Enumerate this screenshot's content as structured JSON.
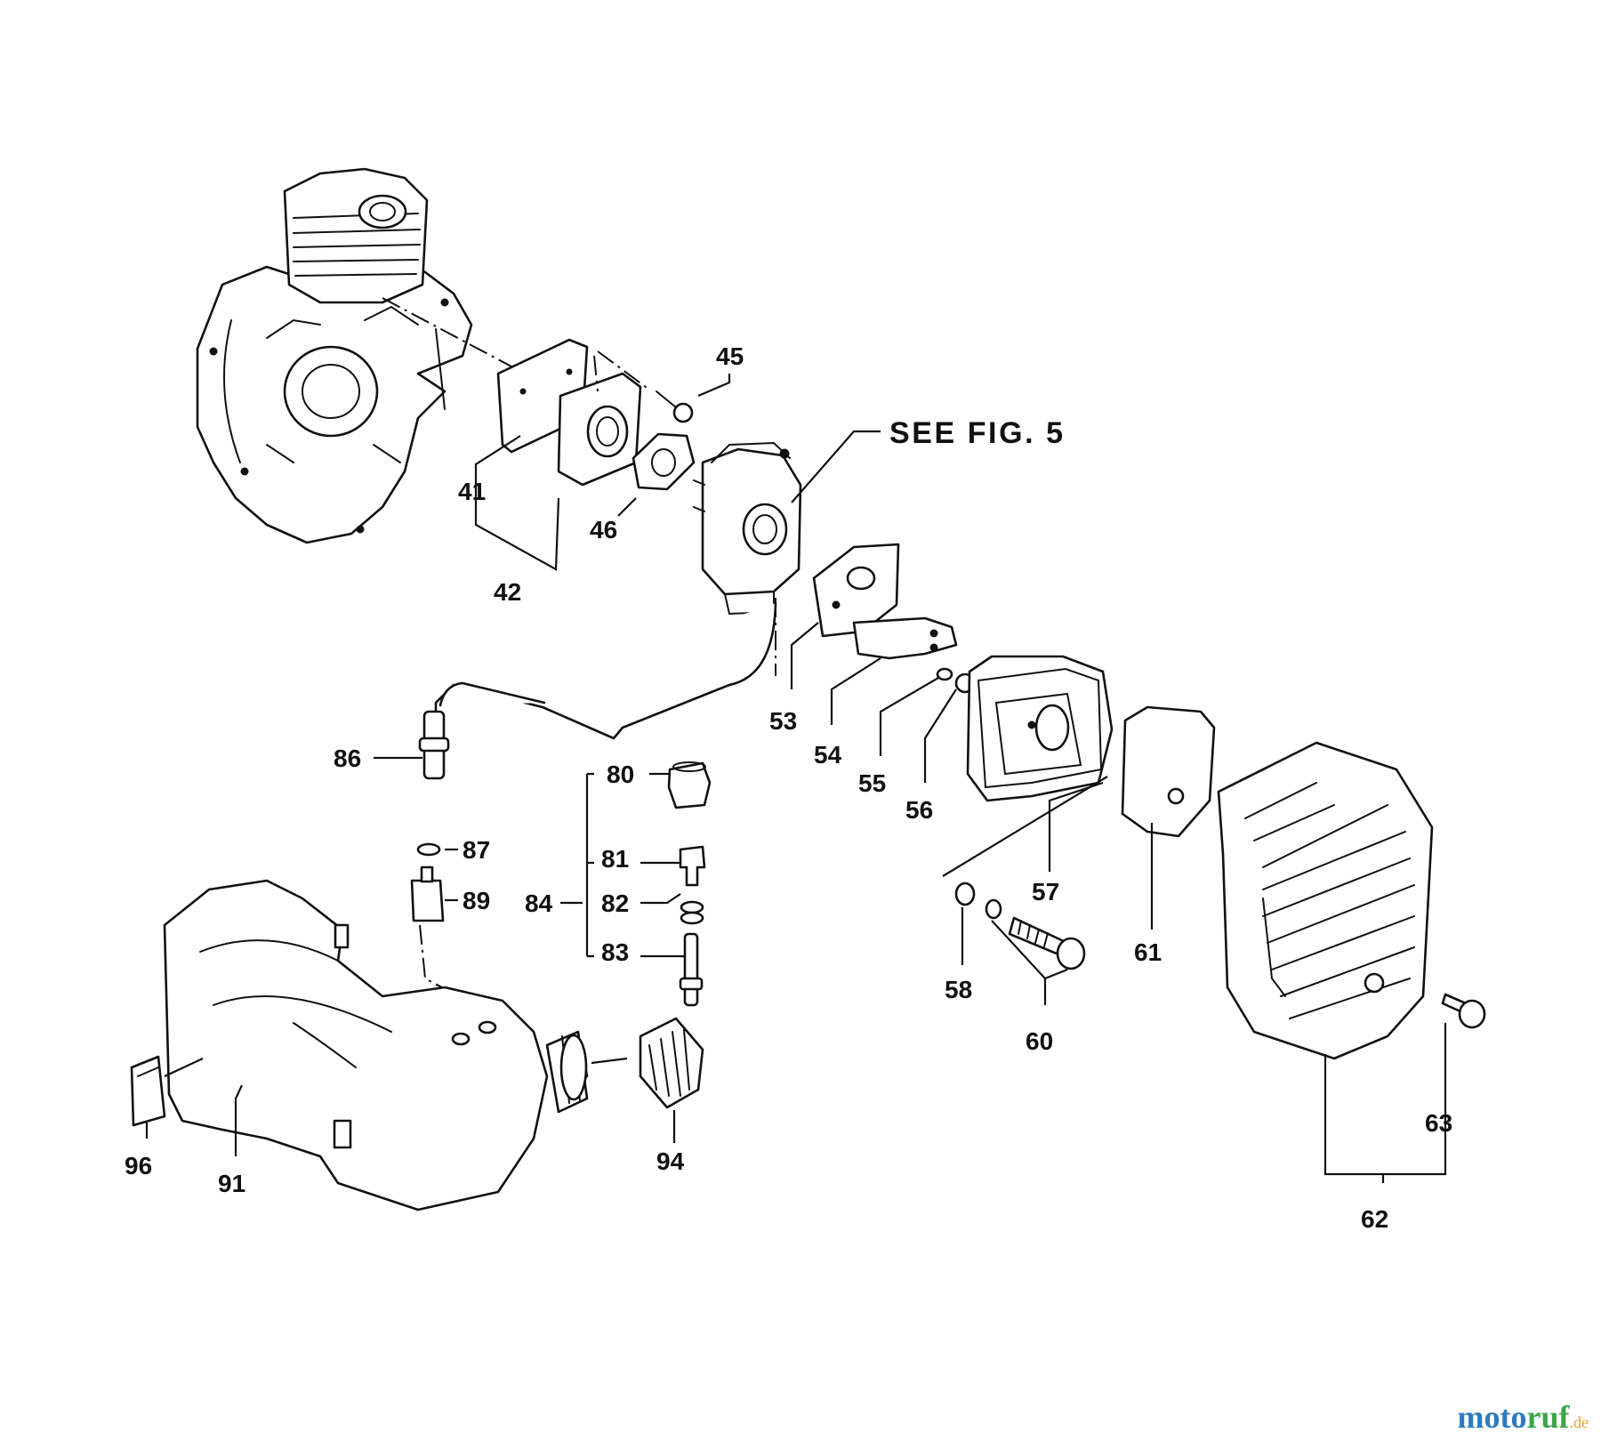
{
  "figure_ref": "SEE  FIG. 5",
  "callouts": {
    "p41": "41",
    "p42": "42",
    "p45": "45",
    "p46": "46",
    "p53": "53",
    "p54": "54",
    "p55": "55",
    "p56": "56",
    "p57": "57",
    "p58": "58",
    "p60": "60",
    "p61": "61",
    "p62": "62",
    "p63": "63",
    "p80": "80",
    "p81": "81",
    "p82": "82",
    "p83": "83",
    "p84": "84",
    "p86": "86",
    "p87": "87",
    "p89": "89",
    "p91": "91",
    "p94": "94",
    "p96": "96"
  },
  "watermark": {
    "part_a": "moto",
    "part_b": "ruf",
    "part_c": ".de"
  }
}
